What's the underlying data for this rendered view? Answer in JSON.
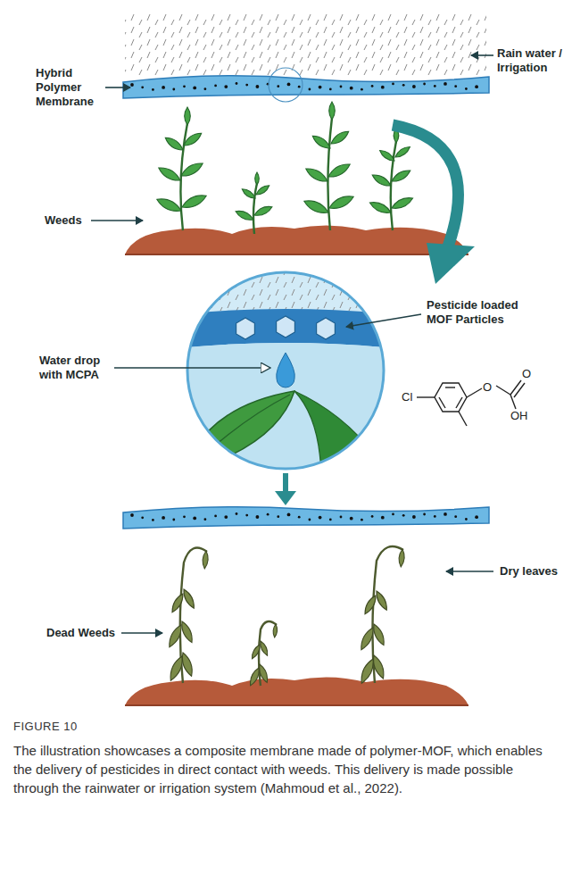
{
  "diagram": {
    "title": "FIGURE 10",
    "caption": "The illustration showcases a composite membrane made of polymer-MOF, which enables the delivery of pesticides in direct contact with weeds. This delivery is made possible through the rainwater or irrigation system (Mahmoud et al., 2022).",
    "labels": [
      "Hybrid Polymer Membrane",
      "Rain water / Irrigation",
      "Weeds",
      "Pesticide loaded MOF Particles",
      "Water drop with MCPA",
      "Cl",
      "O",
      "O",
      "OH",
      "Dry leaves",
      "Dead Weeds"
    ]
  }
}
